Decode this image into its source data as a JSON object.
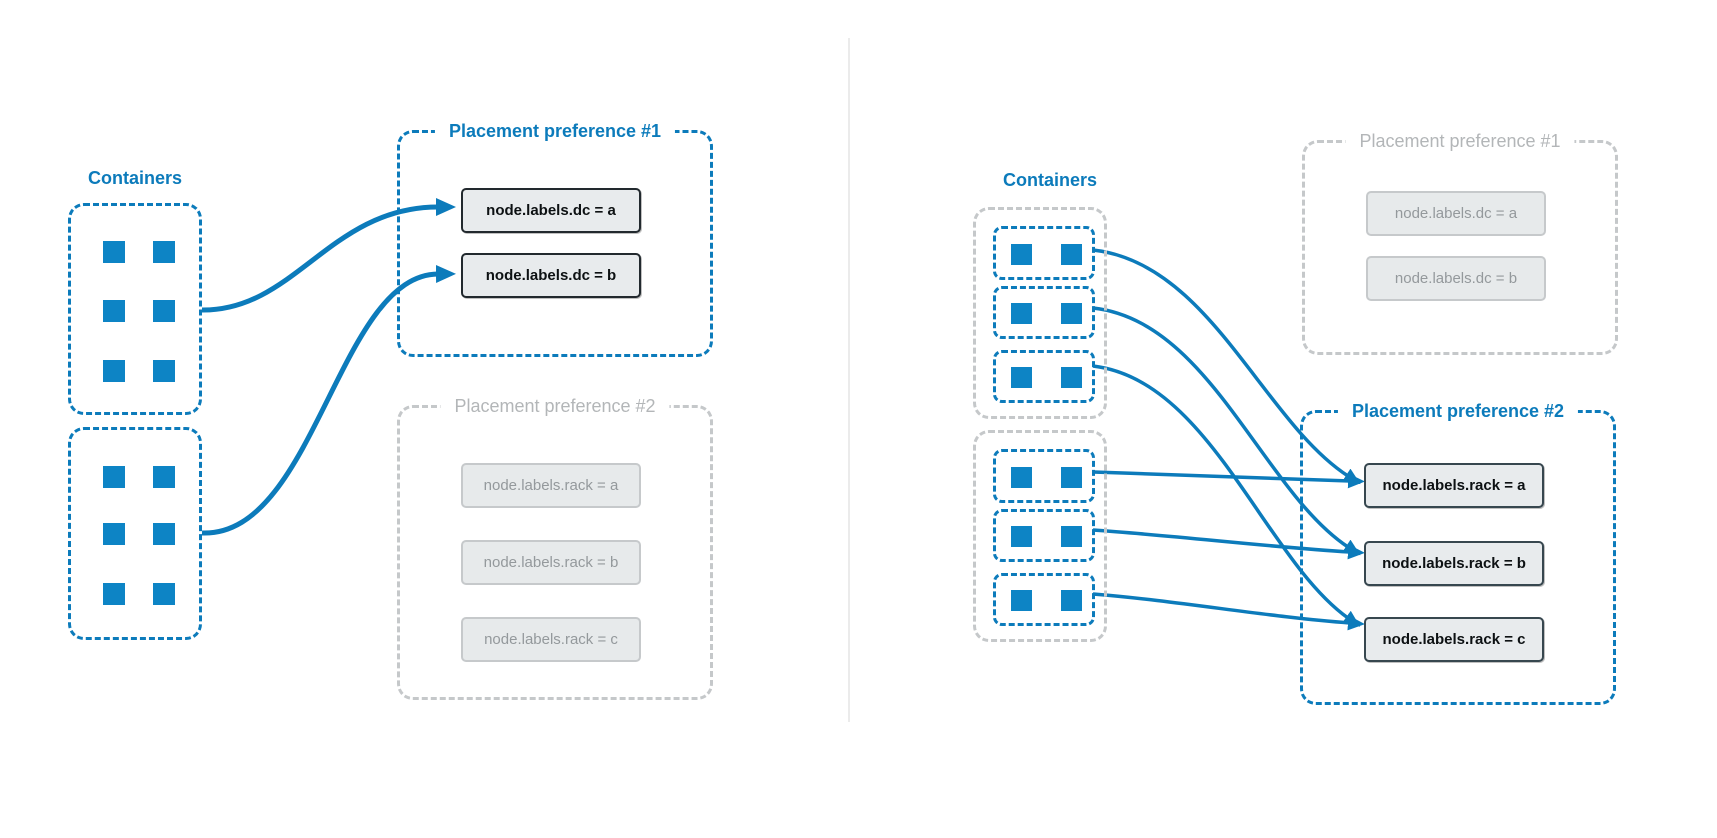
{
  "colors": {
    "accent_blue": "#0c7bbb",
    "square_blue": "#0d84c5",
    "inactive_gray_border": "#c5c8ca",
    "inactive_gray_text": "#b3b6b8",
    "node_box_bg": "#e8ebed",
    "node_box_border_active": "#22292e",
    "node_box_text_active": "#0d1113",
    "node_box_text_inactive": "#94999c",
    "divider": "#ebebeb"
  },
  "left_panel": {
    "containers_label": "Containers",
    "container_groups": [
      {
        "squares": 6
      },
      {
        "squares": 6
      }
    ],
    "preferences": [
      {
        "title": "Placement preference #1",
        "state": "active",
        "nodes": [
          "node.labels.dc = a",
          "node.labels.dc = b"
        ]
      },
      {
        "title": "Placement preference #2",
        "state": "inactive",
        "nodes": [
          "node.labels.rack = a",
          "node.labels.rack = b",
          "node.labels.rack = c"
        ]
      }
    ]
  },
  "right_panel": {
    "containers_label": "Containers",
    "container_groups": [
      {
        "sub_groups": 3,
        "squares_per_sub_group": 2
      },
      {
        "sub_groups": 3,
        "squares_per_sub_group": 2
      }
    ],
    "preferences": [
      {
        "title": "Placement preference #1",
        "state": "inactive",
        "nodes": [
          "node.labels.dc = a",
          "node.labels.dc = b"
        ]
      },
      {
        "title": "Placement preference #2",
        "state": "active",
        "nodes": [
          "node.labels.rack = a",
          "node.labels.rack = b",
          "node.labels.rack = c"
        ]
      }
    ]
  }
}
